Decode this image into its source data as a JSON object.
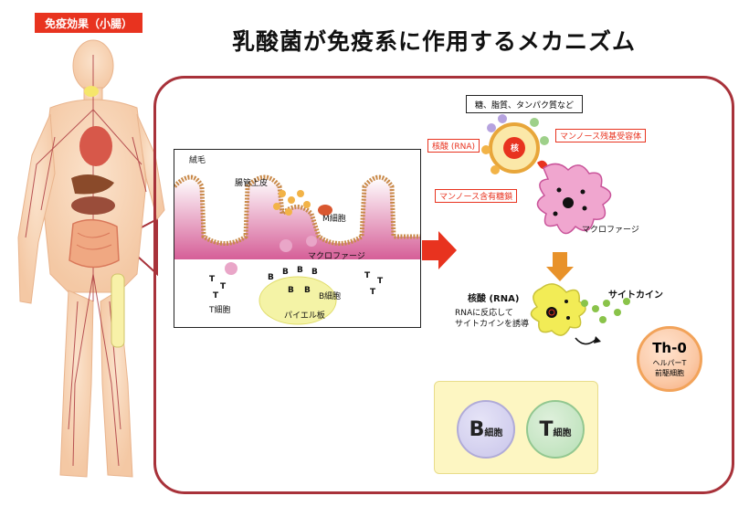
{
  "header": {
    "tag": "免疫効果（小腸）",
    "title": "乳酸菌が免疫系に作用するメカニズム"
  },
  "intestine": {
    "villi": "絨毛",
    "epithelium": "腸管上皮",
    "m_cell": "M細胞",
    "macrophage": "マクロファージ",
    "b_cell": "B細胞",
    "t_cell": "T細胞",
    "peyer": "パイエル板",
    "t_letter": "T",
    "b_letter": "B"
  },
  "mechanism": {
    "nutrients": "糖、脂質、タンパク質など",
    "nucleic_acid_rna": "核酸 (RNA)",
    "nucleus": "核",
    "mannose_receptor": "マンノース残基受容体",
    "mannose_chain": "マンノース含有糖鎖",
    "macrophage": "マクロファージ",
    "nucleic_acid_label": "核酸 (RNA)",
    "rna_react_1": "RNAに反応して",
    "rna_react_2": "サイトカインを誘導",
    "cytokine": "サイトカイン",
    "th0_title": "Th-0",
    "th0_line1": "ヘルパーT",
    "th0_line2": "前駆細胞",
    "b_big": "B",
    "t_big": "T",
    "cell_suffix": "細胞"
  },
  "colors": {
    "accent_red": "#e8331f",
    "frame": "#a8323a",
    "arrow_orange": "#e8922a",
    "macrophage_pink": "#f0a6cf",
    "dendritic_yellow": "#f2ec56",
    "b_cell_fill": "#c9c5ea",
    "t_cell_fill": "#b7dfb5"
  }
}
